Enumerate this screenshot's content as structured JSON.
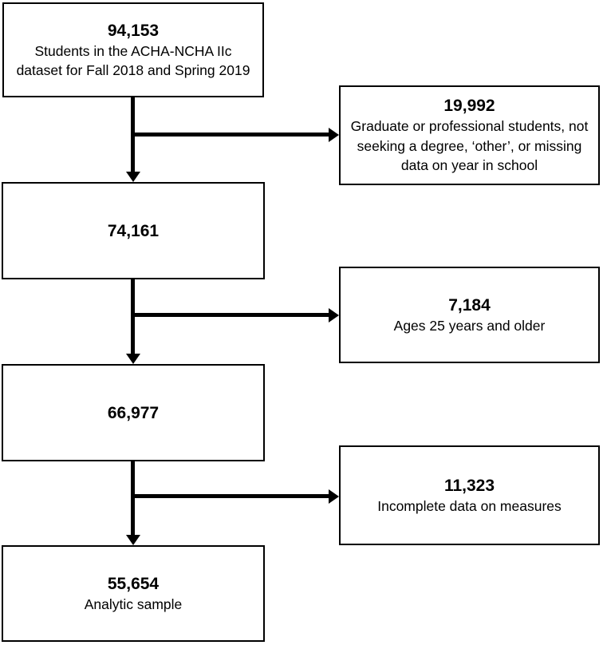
{
  "flow": {
    "main_boxes": [
      {
        "value": "94,153",
        "label": "Students in the ACHA-NCHA IIc dataset for Fall 2018 and Spring 2019"
      },
      {
        "value": "74,161",
        "label": ""
      },
      {
        "value": "66,977",
        "label": ""
      },
      {
        "value": "55,654",
        "label": "Analytic sample"
      }
    ],
    "exclusion_boxes": [
      {
        "value": "19,992",
        "label": "Graduate or professional students, not seeking a degree, ‘other’, or missing data on year in school"
      },
      {
        "value": "7,184",
        "label": "Ages 25 years and older"
      },
      {
        "value": "11,323",
        "label": "Incomplete data on measures"
      }
    ],
    "colors": {
      "line": "#000000",
      "box_border": "#000000",
      "background": "#ffffff",
      "text": "#000000"
    }
  }
}
